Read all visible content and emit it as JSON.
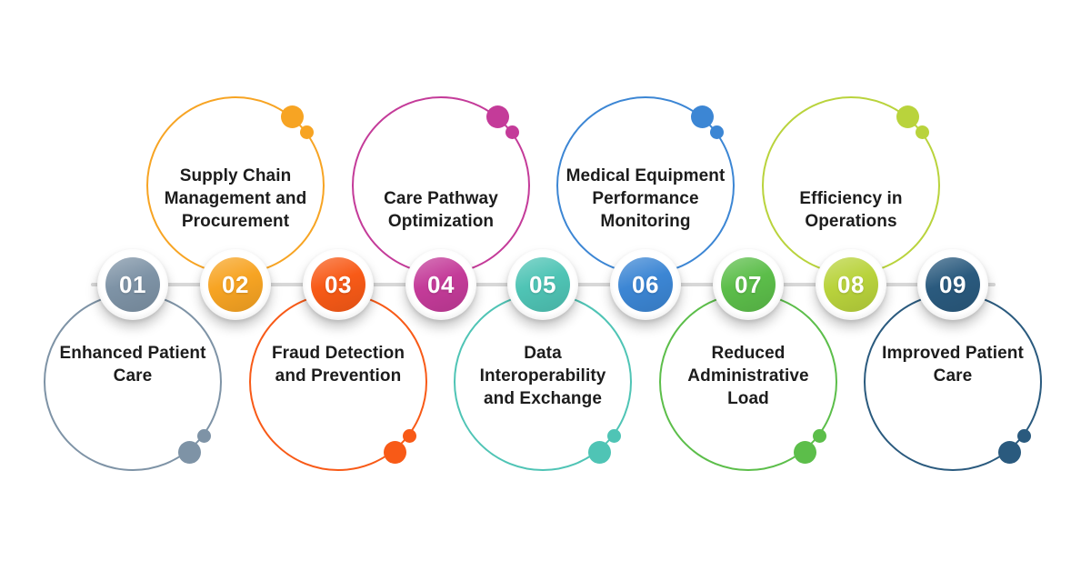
{
  "canvas": {
    "background": "#ffffff",
    "connector_color": "#d8d8d8",
    "text_color": "#1c1c1c"
  },
  "items": [
    {
      "number": "01",
      "label": "Enhanced Patient\nCare",
      "color": "#7E93A6",
      "ring_position": "bottom"
    },
    {
      "number": "02",
      "label": "Supply Chain\nManagement and\nProcurement",
      "color": "#F7A423",
      "ring_position": "top"
    },
    {
      "number": "03",
      "label": "Fraud Detection\nand Prevention",
      "color": "#F85A17",
      "ring_position": "bottom"
    },
    {
      "number": "04",
      "label": "Care Pathway\nOptimization",
      "color": "#C43B99",
      "ring_position": "top"
    },
    {
      "number": "05",
      "label": "Data\nInteroperability\nand Exchange",
      "color": "#4FC4B5",
      "ring_position": "bottom"
    },
    {
      "number": "06",
      "label": "Medical Equipment\nPerformance\nMonitoring",
      "color": "#3C86D4",
      "ring_position": "top"
    },
    {
      "number": "07",
      "label": "Reduced\nAdministrative\nLoad",
      "color": "#5CBE4A",
      "ring_position": "bottom"
    },
    {
      "number": "08",
      "label": "Efficiency in\nOperations",
      "color": "#B9D33C",
      "ring_position": "top"
    },
    {
      "number": "09",
      "label": "Improved Patient\nCare",
      "color": "#2A5A7E",
      "ring_position": "bottom"
    }
  ]
}
